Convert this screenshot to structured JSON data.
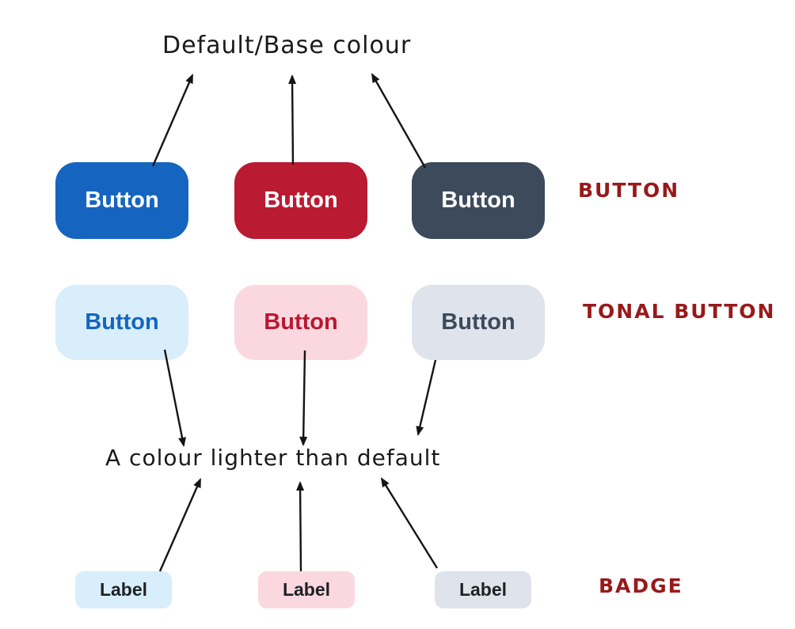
{
  "notes": {
    "top_note": "Default/Base colour",
    "middle_note": "A colour lighter than default",
    "note_color": "#1a1a1a"
  },
  "annotation_color": "#98191b",
  "ink_color": "#141414",
  "buttons": {
    "kind_label": "BUTTON",
    "items": [
      {
        "name": "blue",
        "label": "Button",
        "bg": "#1565C0",
        "fg": "#FFFFFF"
      },
      {
        "name": "red",
        "label": "Button",
        "bg": "#BA1A32",
        "fg": "#FFFFFF"
      },
      {
        "name": "dark",
        "label": "Button",
        "bg": "#3C4A5C",
        "fg": "#FFFFFF"
      }
    ]
  },
  "tonal_buttons": {
    "kind_label": "TONAL BUTTON",
    "items": [
      {
        "name": "blue",
        "label": "Button",
        "bg": "#D8EEFA",
        "fg": "#1565C0"
      },
      {
        "name": "red",
        "label": "Button",
        "bg": "#FBD8DF",
        "fg": "#B91732"
      },
      {
        "name": "dark",
        "label": "Button",
        "bg": "#DFE3EB",
        "fg": "#3C4A5C"
      }
    ]
  },
  "badges": {
    "kind_label": "BADGE",
    "items": [
      {
        "name": "blue",
        "label": "Label",
        "bg": "#D8EEFA",
        "fg": "#1E2126"
      },
      {
        "name": "red",
        "label": "Label",
        "bg": "#FBD8DF",
        "fg": "#1E2126"
      },
      {
        "name": "dark",
        "label": "Label",
        "bg": "#DFE3EB",
        "fg": "#1E2126"
      }
    ]
  },
  "arrows": [
    {
      "from": "primary-button-blue",
      "to": "top-note"
    },
    {
      "from": "primary-button-red",
      "to": "top-note"
    },
    {
      "from": "primary-button-dark",
      "to": "top-note"
    },
    {
      "from": "tonal-button-blue",
      "to": "middle-note"
    },
    {
      "from": "tonal-button-red",
      "to": "middle-note"
    },
    {
      "from": "tonal-button-dark",
      "to": "middle-note"
    },
    {
      "from": "badge-blue",
      "to": "middle-note"
    },
    {
      "from": "badge-red",
      "to": "middle-note"
    },
    {
      "from": "badge-dark",
      "to": "middle-note"
    }
  ]
}
